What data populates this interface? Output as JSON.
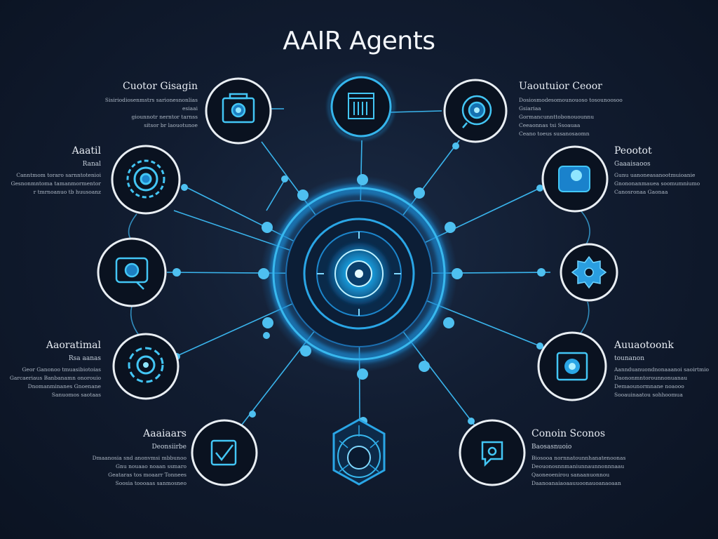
{
  "title": "AAIR Agents",
  "labels": [
    {
      "id": "top-left",
      "heading": "Cuotor Gisagin",
      "sub": "",
      "lines": [
        "Sisiriodiosenmstrs sarionesnonlias",
        "esiaai",
        "giounnotr nerntor tarnss",
        "sitsor br laouotunoe"
      ]
    },
    {
      "id": "left-upper",
      "heading": "Aaatil",
      "sub": "Ranal",
      "lines": [
        "Canntmom toraro sarnntotenioi",
        "Gesnonmntoma tamanmormentor",
        "r tmrnoanuo tb huusoanz"
      ]
    },
    {
      "id": "left-lower",
      "heading": "Aaoratimal",
      "sub": "Rsa aanas",
      "lines": [
        "Geor Ganonoo tmuasibiotoias",
        "Garcaeriaus Banbanamn onorouio",
        "Dnomanminanes Gnoenane",
        "Sanuomos saotaas"
      ]
    },
    {
      "id": "bottom-left",
      "heading": "Aaaiaars",
      "sub": "Deonsiirbe",
      "lines": [
        "Dmaanosia snd anonvmsi mbbunoo",
        "Gnu nouaao noaan ssmaro",
        "Geataras tos moaarr Tonnees",
        "Soosia toooaas sanmosneo"
      ]
    },
    {
      "id": "top-right",
      "heading": "Uaoutuior Ceoor",
      "sub": "",
      "lines": [
        "Dosiosmodesomounouoso tosounoosoo",
        "Gsiariaa",
        "Gormancunnttobonouounnu",
        "Ceeaonnas tsi Ssoauaa",
        "Ceano toeus susanosaomn"
      ]
    },
    {
      "id": "right-upper",
      "heading": "Peootot",
      "sub": "Gaaaisaoos",
      "lines": [
        "Gunu uanoneasanootmuioanie",
        "Gnononanmauea soomumniumo",
        "Canosronaa Gaonaa"
      ]
    },
    {
      "id": "right-lower",
      "heading": "Auuaotoonk",
      "sub": "tounanon",
      "lines": [
        "Aannduanuondnonaaanoi saoirtmio",
        "Daononmntorounnonuanau",
        "Demaounormnane noaooo",
        "Sooauinaatou sohhoomua"
      ]
    },
    {
      "id": "bottom-right",
      "heading": "Conoin Sconos",
      "sub": "Baosasnuoio",
      "lines": [
        "Biosooa nornnatounnhanatenoonas",
        "Deouonosnnmaniunnaunnonnnaau",
        "Qaoneoenirou sanaanuonnou",
        "Daanoanaiaoaauuoonauoanaoaan"
      ]
    }
  ],
  "colors": {
    "accent": "#38b8ee",
    "glow": "#1e90d6",
    "node_fill": "#0a1220",
    "node_ring": "#e9eef3"
  },
  "nodes": [
    {
      "id": "top-left",
      "icon": "camera-icon"
    },
    {
      "id": "top-center",
      "icon": "server-icon"
    },
    {
      "id": "top-right",
      "icon": "target-icon"
    },
    {
      "id": "left-upper",
      "icon": "gear-ring-icon"
    },
    {
      "id": "left-mid",
      "icon": "photo-icon"
    },
    {
      "id": "left-lower",
      "icon": "cycle-icon"
    },
    {
      "id": "bottom-left",
      "icon": "checkbox-icon"
    },
    {
      "id": "bottom-center",
      "icon": "hexagon-hub-icon"
    },
    {
      "id": "bottom-right",
      "icon": "chat-icon"
    },
    {
      "id": "right-upper",
      "icon": "robot-icon"
    },
    {
      "id": "right-mid",
      "icon": "cog-icon"
    },
    {
      "id": "right-lower",
      "icon": "screen-icon"
    },
    {
      "id": "center",
      "icon": "core-icon"
    }
  ]
}
